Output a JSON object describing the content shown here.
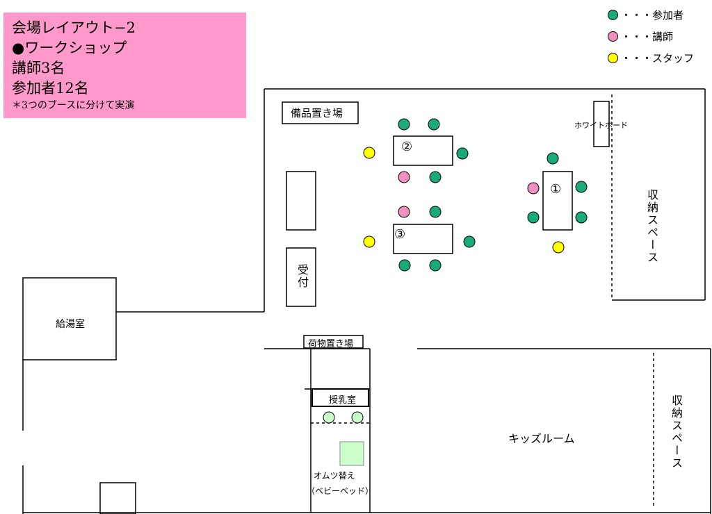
{
  "title": {
    "line1": "会場レイアウト−2",
    "line2": "●ワークショップ",
    "line3": "講師3名",
    "line4": "参加者12名",
    "note": "＊3つのブースに分けて実演"
  },
  "legend": [
    {
      "label": "・・・参加者",
      "color": "#1aaa77"
    },
    {
      "label": "・・・講師",
      "color": "#f090c0"
    },
    {
      "label": "・・・スタッフ",
      "color": "#ffff00"
    }
  ],
  "colors": {
    "participant": "#1aaa77",
    "instructor": "#f090c0",
    "staff": "#ffff00",
    "seat_light": "#ccffcc",
    "changing_table": "#ccffcc"
  },
  "labels": {
    "equipment": "備品置き場",
    "whiteboard": "ホワイトボード",
    "reception": "受付",
    "kitchenette": "給湯室",
    "luggage": "荷物置き場",
    "nursing": "授乳室",
    "diaper": "オムツ替え",
    "baby_bed": "（ベビーベッド）",
    "kids_room": "キッズルーム",
    "storage_top": "収納スペース",
    "storage_bottom": "収納スペース"
  },
  "tables": [
    {
      "number": "①"
    },
    {
      "number": "②"
    },
    {
      "number": "③"
    }
  ]
}
